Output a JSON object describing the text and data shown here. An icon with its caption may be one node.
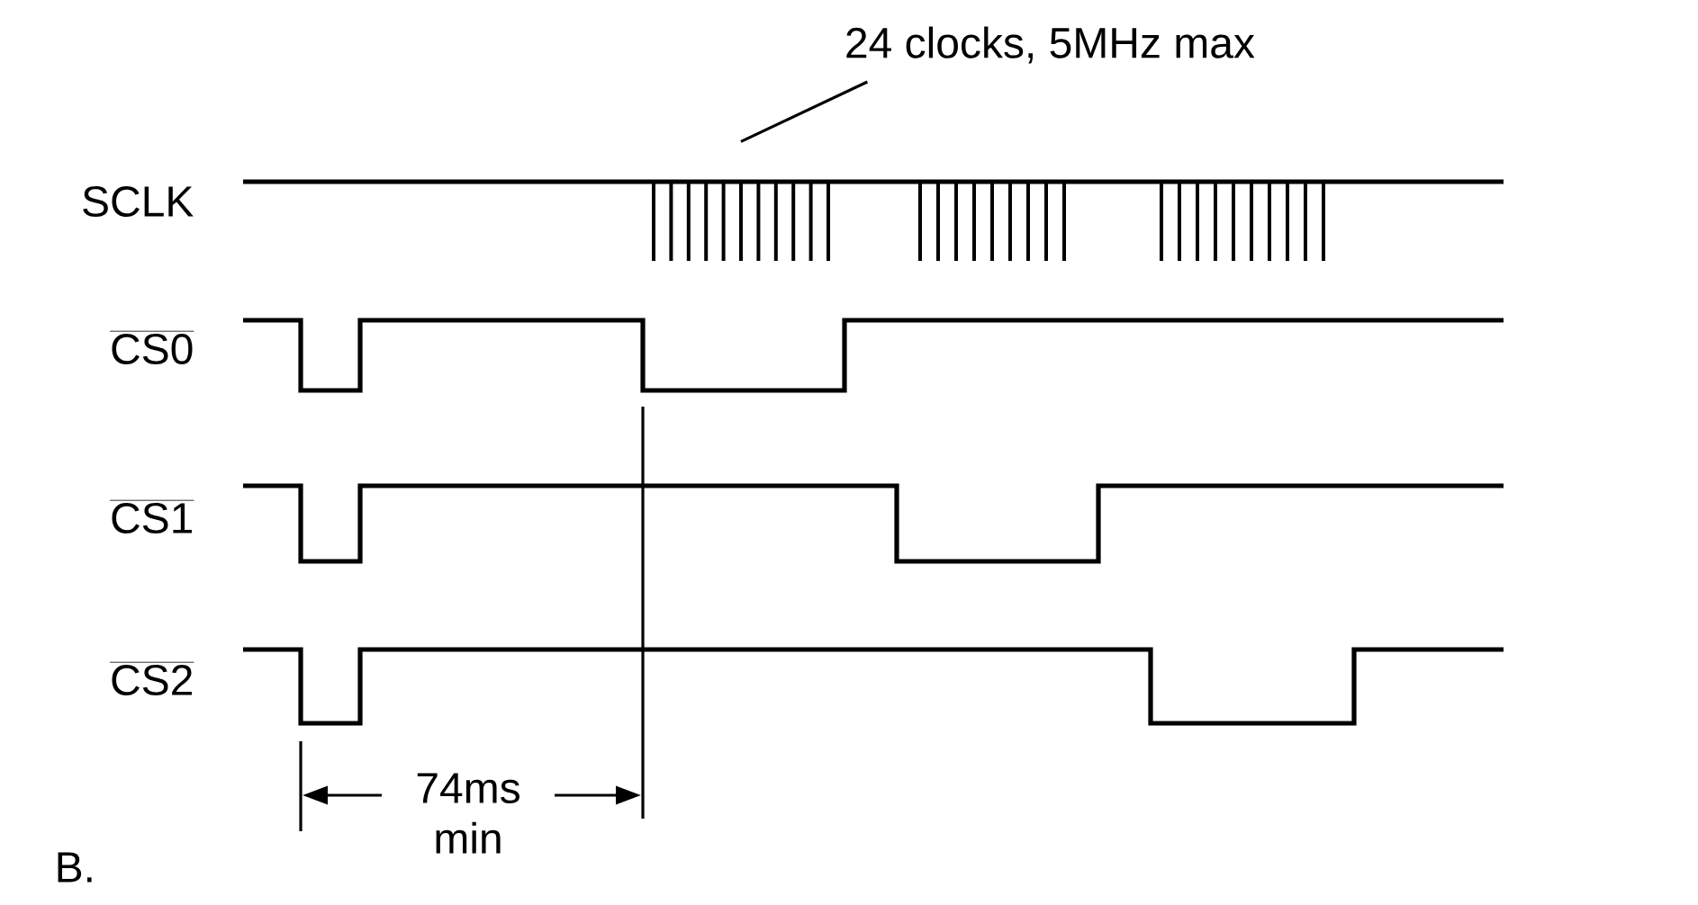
{
  "diagram": {
    "nodes": [
      {
        "text": [
          "24 clocks, 5MHz max"
        ]
      },
      {
        "text": [],
        "shape": "bar"
      }
    ],
    "edges": [
      {
        "from": 0,
        "to": 1,
        "arrow": "none"
      }
    ],
    "labels": [
      "SCLK",
      "CS0",
      "CS1",
      "CS2",
      "74ms min",
      "B."
    ]
  }
}
